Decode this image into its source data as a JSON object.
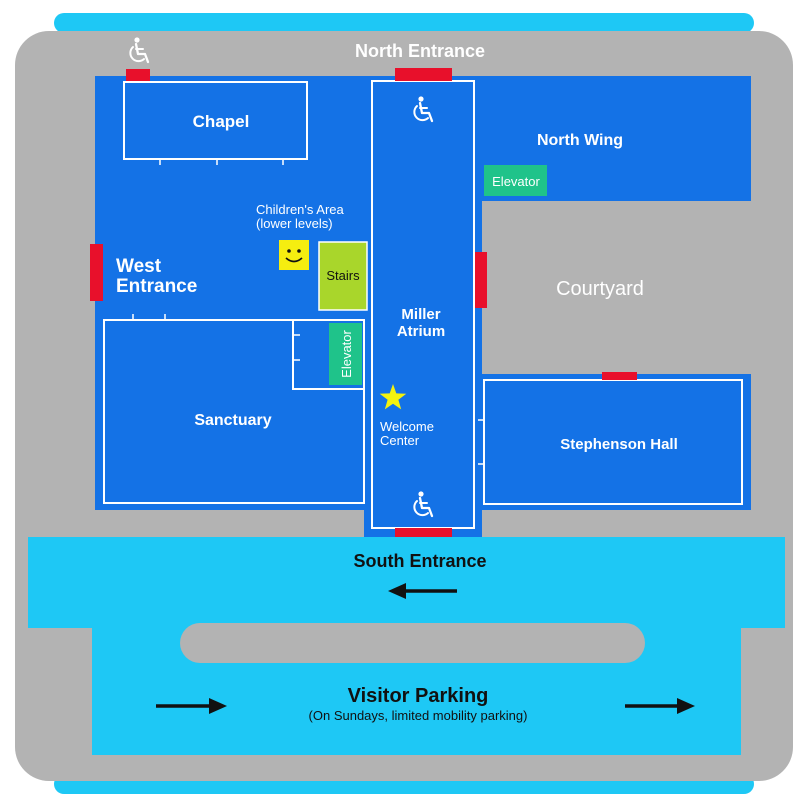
{
  "colors": {
    "ground": "#b3b3b3",
    "building": "#1472e6",
    "road": "#1ec8f5",
    "door": "#e8102b",
    "elevator": "#1fc38a",
    "stairs": "#a9d62b",
    "star": "#f3f20e",
    "smiley": "#f5ee10",
    "outline": "#ffffff",
    "arrow": "#111111"
  },
  "labels": {
    "north_entrance": "North Entrance",
    "south_entrance": "South Entrance",
    "west_entrance_line1": "West",
    "west_entrance_line2": "Entrance",
    "chapel": "Chapel",
    "north_wing": "North Wing",
    "courtyard": "Courtyard",
    "childrens_area_line1": "Children's Area",
    "childrens_area_line2": "(lower levels)",
    "stairs": "Stairs",
    "elevator_north": "Elevator",
    "elevator_sanctuary": "Elevator",
    "atrium_line1": "Miller",
    "atrium_line2": "Atrium",
    "sanctuary": "Sanctuary",
    "welcome_line1": "Welcome",
    "welcome_line2": "Center",
    "stephenson_hall": "Stephenson Hall",
    "visitor_parking": "Visitor Parking",
    "parking_note": "(On Sundays, limited mobility parking)"
  },
  "icons": {
    "accessible": "wheelchair-icon",
    "welcome": "star-icon",
    "children": "smiley-icon",
    "traffic": "arrow-icon"
  }
}
